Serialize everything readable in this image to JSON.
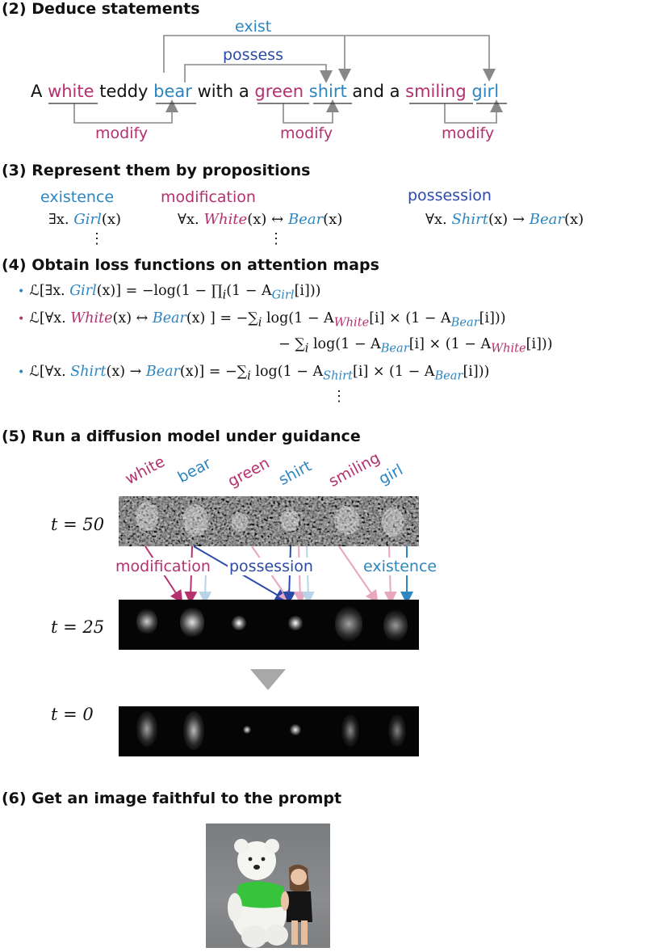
{
  "step2": {
    "title": "(2) Deduce statements",
    "sentence": {
      "w1": "A",
      "w2": "white",
      "w3": "teddy",
      "w4": "bear",
      "w5": "with a",
      "w6": "green",
      "w7": "shirt",
      "w8": "and a",
      "w9": "smiling",
      "w10": "girl"
    },
    "relations": {
      "exist": "exist",
      "possess": "possess",
      "modify": "modify"
    }
  },
  "step3": {
    "title": "(3) Represent them by propositions",
    "existence": {
      "label": "existence",
      "quant": "∃x. ",
      "pred": "Girl",
      "arg": "(x)"
    },
    "modification": {
      "label": "modification",
      "quant": "∀x. ",
      "pred1": "White",
      "op": "(x) ↔ ",
      "pred2": "Bear",
      "arg": "(x)"
    },
    "possession": {
      "label": "possession",
      "quant": "∀x. ",
      "pred1": "Shirt",
      "op": "(x) → ",
      "pred2": "Bear",
      "arg": "(x)"
    },
    "ellipsis": "⋮"
  },
  "step4": {
    "title": "(4) Obtain loss functions on attention maps",
    "bullet": "•",
    "l1": {
      "a": "ℒ[∃x. ",
      "p1": "Girl",
      "b": "(x)] = −log(1 − ∏",
      "sub_i": "i",
      "c": "(1 − A",
      "sub1": "Girl",
      "d": "[i]))"
    },
    "l2": {
      "a": "ℒ[∀x. ",
      "p1": "White",
      "b": "(x) ↔ ",
      "p2": "Bear",
      "c": "(x) ] = −∑",
      "sub_i": "i",
      "d": " log(1 − A",
      "sub1": "White",
      "e": "[i] × (1 − A",
      "sub2": "Bear",
      "f": "[i]))"
    },
    "l2b": {
      "a": "− ∑",
      "sub_i": "i",
      "b": " log(1 − A",
      "sub1": "Bear",
      "c": "[i] × (1 − A",
      "sub2": "White",
      "d": "[i]))"
    },
    "l3": {
      "a": "ℒ[∀x. ",
      "p1": "Shirt",
      "b": "(x) → ",
      "p2": "Bear",
      "c": "(x)] = −∑",
      "sub_i": "i",
      "d": " log(1 − A",
      "sub1": "Shirt",
      "e": "[i] × (1 − A",
      "sub2": "Bear",
      "f": "[i]))"
    },
    "ellipsis": "⋮"
  },
  "step5": {
    "title": "(5) Run a diffusion model under guidance",
    "tokens": [
      "white",
      "bear",
      "green",
      "shirt",
      "smiling",
      "girl"
    ],
    "t50": "t = 50",
    "t25": "t = 25",
    "t0": "t = 0",
    "modification": "modification",
    "possession": "possession",
    "existence": "existence"
  },
  "step6": {
    "title": "(6) Get an image faithful to the prompt"
  },
  "colors": {
    "pink": "#b5306e",
    "blue": "#2d86c0",
    "darkblue": "#2b4aa8",
    "gray": "#888888",
    "lightpink": "#e8a6c0",
    "lightblue": "#b8d3e8"
  }
}
